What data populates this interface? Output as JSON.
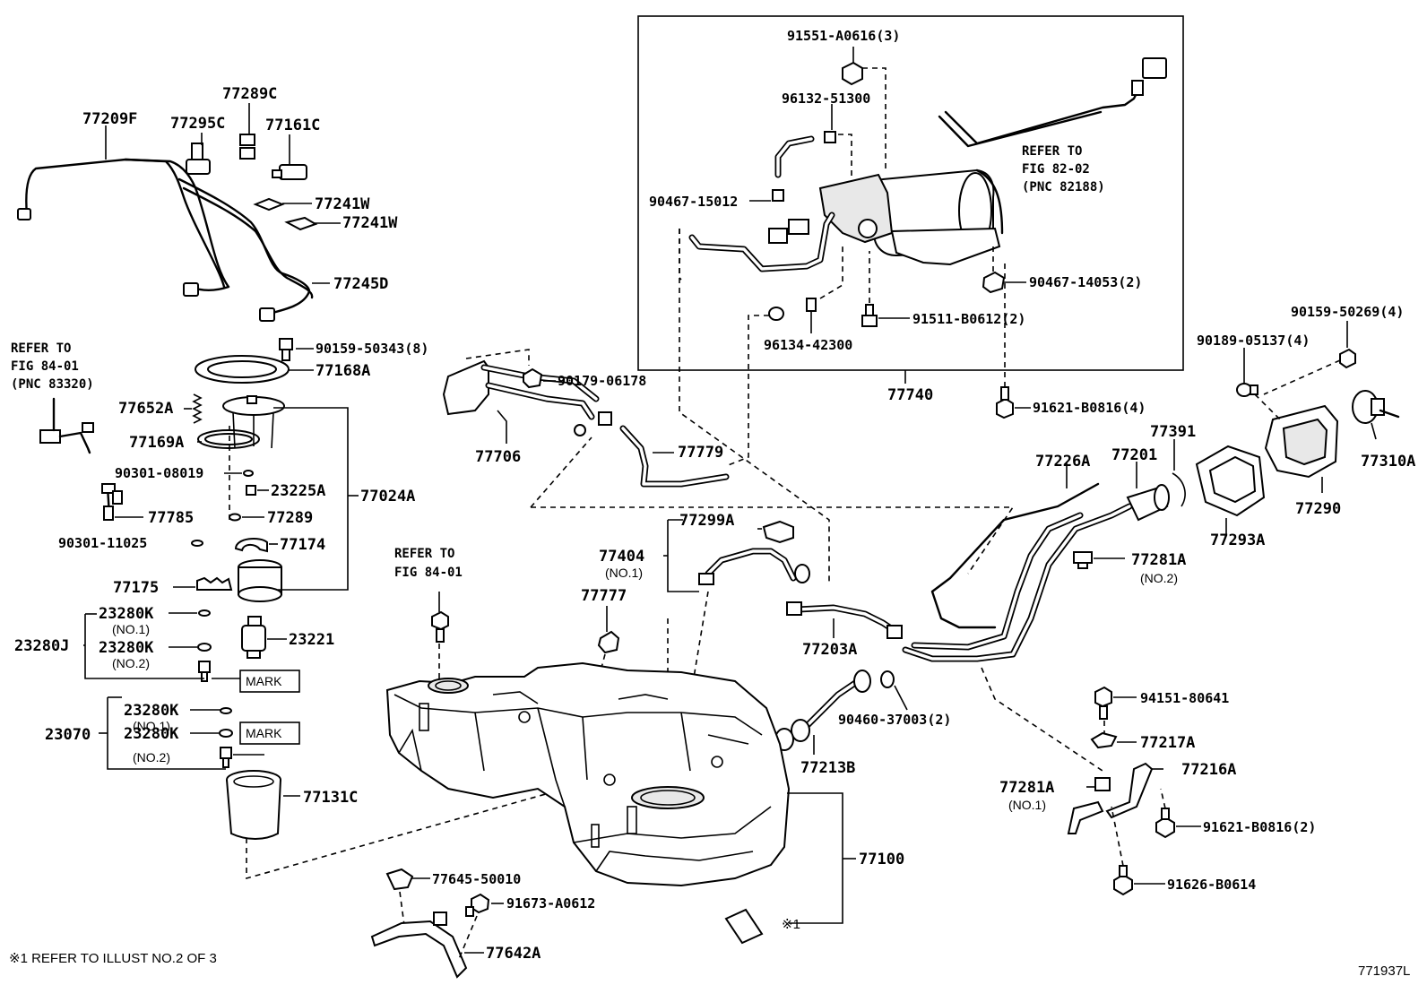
{
  "labels": {
    "p77209F": "77209F",
    "p77289C": "77289C",
    "p77295C": "77295C",
    "p77161C": "77161C",
    "p77241W_a": "77241W",
    "p77241W_b": "77241W",
    "p77245D": "77245D",
    "p90159_50343": "90159-50343(8)",
    "p77168A": "77168A",
    "p77652A": "77652A",
    "p77169A": "77169A",
    "p90301_08019": "90301-08019",
    "p23225A": "23225A",
    "p77024A": "77024A",
    "p77785": "77785",
    "p77289": "77289",
    "p90301_11025": "90301-11025",
    "p77174": "77174",
    "p77175": "77175",
    "p23280K_1": "23280K",
    "p23280K_2": "23280K",
    "p23280J": "23280J",
    "p23221": "23221",
    "p23280K_3": "23280K",
    "p23280K_4": "23280K",
    "p23070": "23070",
    "p77131C": "77131C",
    "p91551_A0616": "91551-A0616(3)",
    "p96132_51300": "96132-51300",
    "p90467_15012": "90467-15012",
    "p90467_14053": "90467-14053(2)",
    "p91511_B0612": "91511-B0612(2)",
    "p96134_42300": "96134-42300",
    "p77740": "77740",
    "p90179_06178": "90179-06178",
    "p77706": "77706",
    "p77779": "77779",
    "p91621_B0816_4": "91621-B0816(4)",
    "p90159_50269": "90159-50269(4)",
    "p90189_05137": "90189-05137(4)",
    "p77391": "77391",
    "p77226A": "77226A",
    "p77201": "77201",
    "p77310A": "77310A",
    "p77290": "77290",
    "p77293A": "77293A",
    "p77281A_2": "77281A",
    "p77299A": "77299A",
    "p77404": "77404",
    "p77777": "77777",
    "p77203A": "77203A",
    "p90460_37003": "90460-37003(2)",
    "p77213B": "77213B",
    "p94151_80641": "94151-80641",
    "p77217A": "77217A",
    "p77216A": "77216A",
    "p77281A_1": "77281A",
    "p91621_B0816_2": "91621-B0816(2)",
    "p91626_B0614": "91626-B0614",
    "p77100": "77100",
    "p77645_50010": "77645-50010",
    "p91673_A0612": "91673-A0612",
    "p77642A": "77642A",
    "ref_mark": "※1"
  },
  "sublabels": {
    "no1_a": "(NO.1)",
    "no2_a": "(NO.2)",
    "no1_b": "(NO.1)",
    "no2_b": "(NO.2)",
    "no1_77404": "(NO.1)",
    "no2_77281A": "(NO.2)",
    "no1_77281A": "(NO.1)"
  },
  "marks": {
    "mark_a": "MARK",
    "mark_b": "MARK"
  },
  "references": {
    "ref_84_01_a": [
      "REFER TO",
      "FIG 84-01",
      "(PNC 83320)"
    ],
    "ref_82_02": [
      "REFER TO",
      "FIG 82-02",
      "(PNC 82188)"
    ],
    "ref_84_01_b": [
      "REFER TO",
      "FIG 84-01"
    ]
  },
  "footnote": "※1 REFER TO ILLUST NO.2 OF 3",
  "diagram_id": "771937L"
}
